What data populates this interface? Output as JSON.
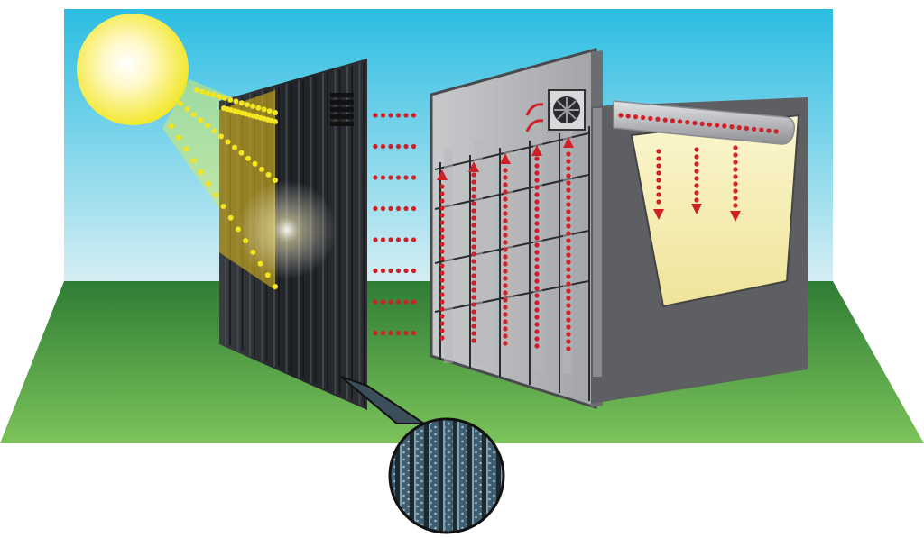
{
  "diagram": {
    "colors": {
      "sky_top": "#2bbde3",
      "sky_bottom": "#dff1f4",
      "grass_dark": "#2f7d35",
      "grass_light": "#7cc35a",
      "sun_core": "#ffffff",
      "sun_edge": "#f1e51a",
      "sun_beam": "#d6ea6a",
      "light_dots": "#f3e51f",
      "collector_panel": "#2b2f33",
      "collector_glass": "#d9b51c",
      "air_flow_dots": "#cf2027",
      "frame_grey": "#9a9b9e",
      "frame_dark": "#5e5f62",
      "product_fill": "#f6efb4",
      "duct": "#c6c7c9"
    },
    "icons": [
      "sun-icon",
      "fan-icon",
      "airflow-arrow-icon",
      "vent-grille-icon",
      "magnifier-inset-icon"
    ],
    "flow": {
      "horizontal_rows": 8,
      "vertical_channels": 5,
      "downward_arrows": 3
    }
  }
}
